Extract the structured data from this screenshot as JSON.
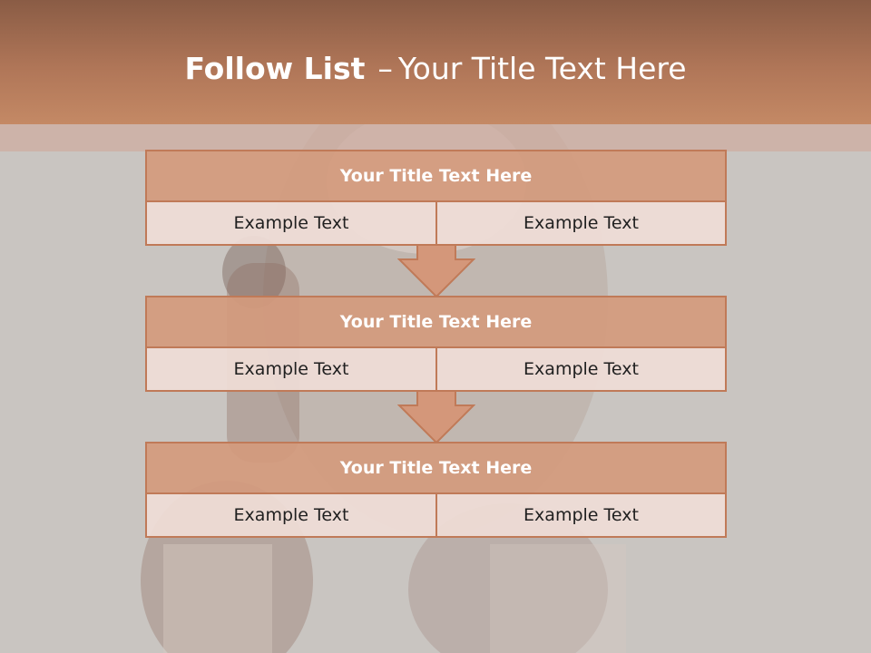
{
  "header": {
    "title_bold": "Follow List",
    "title_dash": "–",
    "title_rest": "Your Title Text Here"
  },
  "flow": {
    "steps": [
      {
        "title": "Your Title Text Here",
        "left": "Example Text",
        "right": "Example Text"
      },
      {
        "title": "Your Title Text Here",
        "left": "Example Text",
        "right": "Example Text"
      },
      {
        "title": "Your Title Text Here",
        "left": "Example Text",
        "right": "Example Text"
      }
    ]
  },
  "colors": {
    "header_top": "#8a5c45",
    "header_bottom": "#c48965",
    "block_fill": "#d49a7d",
    "block_border": "#c07a58",
    "cell_fill": "#eedcd6"
  },
  "icons": {
    "step_connector": "down-arrow-icon"
  }
}
